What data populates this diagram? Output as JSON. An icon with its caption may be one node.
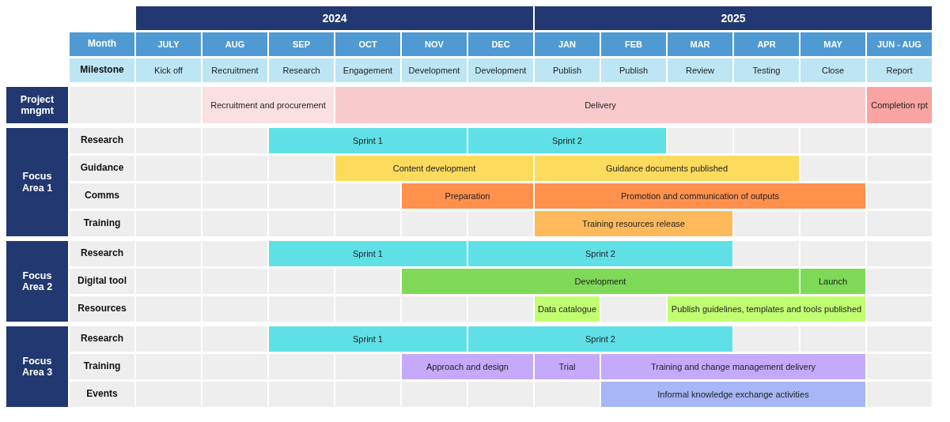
{
  "diagram": {
    "nodes": [
      {
        "text": [
          "2024"
        ]
      },
      {
        "text": [
          "2025"
        ]
      },
      {
        "text": [
          "Project mngmt"
        ]
      },
      {
        "text": [
          "Recruitment and procurement"
        ]
      },
      {
        "text": [
          "Delivery"
        ]
      },
      {
        "text": [
          "Completion rpt"
        ]
      },
      {
        "text": [
          "Focus Area 1"
        ]
      },
      {
        "text": [
          "Sprint 1"
        ]
      },
      {
        "text": [
          "Sprint 2"
        ]
      },
      {
        "text": [
          "Content development"
        ]
      },
      {
        "text": [
          "Guidance documents published"
        ]
      },
      {
        "text": [
          "Preparation"
        ]
      },
      {
        "text": [
          "Promotion and communication of outputs"
        ]
      },
      {
        "text": [
          "Training resources release"
        ]
      },
      {
        "text": [
          "Focus Area 2"
        ]
      },
      {
        "text": [
          "Sprint 1"
        ]
      },
      {
        "text": [
          "Sprint 2"
        ]
      },
      {
        "text": [
          "Development"
        ]
      },
      {
        "text": [
          "Launch"
        ]
      },
      {
        "text": [
          "Data catalogue"
        ]
      },
      {
        "text": [
          "Publish guidelines, templates and tools published"
        ]
      },
      {
        "text": [
          "Focus Area 3"
        ]
      },
      {
        "text": [
          "Sprint 1"
        ]
      },
      {
        "text": [
          "Sprint 2"
        ]
      },
      {
        "text": [
          "Approach and design"
        ]
      },
      {
        "text": [
          "Trial"
        ]
      },
      {
        "text": [
          "Training and change management delivery"
        ]
      },
      {
        "text": [
          "Informal knowledge exchange activities"
        ]
      }
    ],
    "labels": [
      "Month",
      "JULY",
      "AUG",
      "SEP",
      "OCT",
      "NOV",
      "DEC",
      "JAN",
      "FEB",
      "MAR",
      "APR",
      "MAY",
      "JUN - AUG",
      "Milestone",
      "Kick off",
      "Recruitment",
      "Research",
      "Engagement",
      "Development",
      "Development",
      "Publish",
      "Publish",
      "Review",
      "Testing",
      "Close",
      "Report",
      "Research",
      "Guidance",
      "Comms",
      "Training",
      "Research",
      "Digital tool",
      "Resources",
      "Research",
      "Training",
      "Events"
    ]
  }
}
